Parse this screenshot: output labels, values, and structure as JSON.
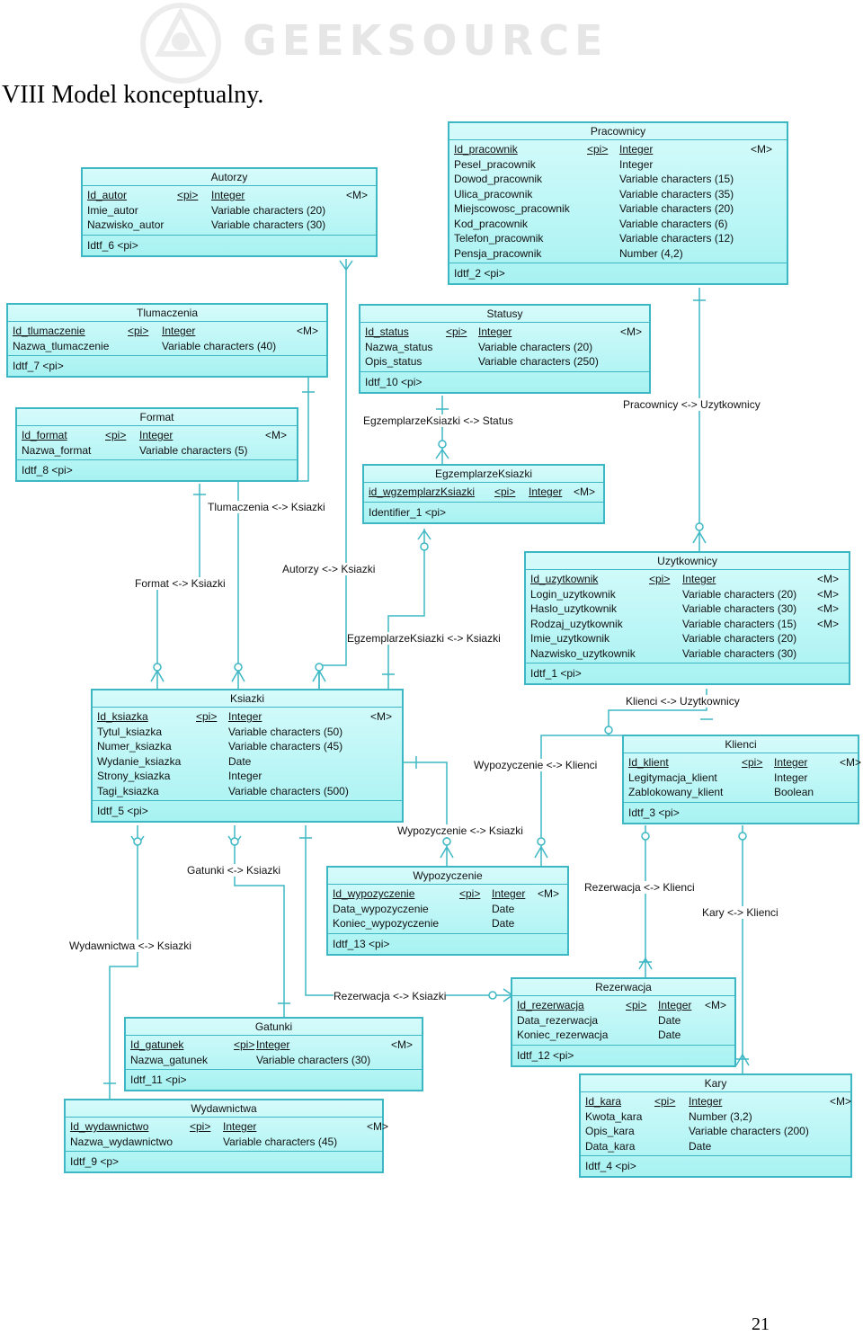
{
  "watermark": {
    "text": "GEEKSOURCE"
  },
  "heading": "VIII  Model konceptualny.",
  "page_number": "21",
  "colors": {
    "entity_border": "#3db7c4",
    "entity_fill": "#b8f5f5",
    "line": "#3db7c4"
  },
  "entities": [
    {
      "key": "pracownicy",
      "name": "Pracownicy",
      "identifier": "Idtf_2  <pi>",
      "attributes": [
        {
          "name": "Id_pracownik",
          "pi": "<pi>",
          "type": "Integer",
          "m": "<M>"
        },
        {
          "name": "Pesel_pracownik",
          "pi": "",
          "type": "Integer",
          "m": ""
        },
        {
          "name": "Dowod_pracownik",
          "pi": "",
          "type": "Variable characters (15)",
          "m": ""
        },
        {
          "name": "Ulica_pracownik",
          "pi": "",
          "type": "Variable characters (35)",
          "m": ""
        },
        {
          "name": "Miejscowosc_pracownik",
          "pi": "",
          "type": "Variable characters (20)",
          "m": ""
        },
        {
          "name": "Kod_pracownik",
          "pi": "",
          "type": "Variable characters (6)",
          "m": ""
        },
        {
          "name": "Telefon_pracownik",
          "pi": "",
          "type": "Variable characters (12)",
          "m": ""
        },
        {
          "name": "Pensja_pracownik",
          "pi": "",
          "type": "Number (4,2)",
          "m": ""
        }
      ]
    },
    {
      "key": "autorzy",
      "name": "Autorzy",
      "identifier": "Idtf_6  <pi>",
      "attributes": [
        {
          "name": "Id_autor",
          "pi": "<pi>",
          "type": "Integer",
          "m": "<M>"
        },
        {
          "name": "Imie_autor",
          "pi": "",
          "type": "Variable characters (20)",
          "m": ""
        },
        {
          "name": "Nazwisko_autor",
          "pi": "",
          "type": "Variable characters (30)",
          "m": ""
        }
      ]
    },
    {
      "key": "tlumaczenia",
      "name": "Tlumaczenia",
      "identifier": "Idtf_7  <pi>",
      "attributes": [
        {
          "name": "Id_tlumaczenie",
          "pi": "<pi>",
          "type": "Integer",
          "m": "<M>"
        },
        {
          "name": "Nazwa_tlumaczenie",
          "pi": "",
          "type": "Variable characters (40)",
          "m": ""
        }
      ]
    },
    {
      "key": "statusy",
      "name": "Statusy",
      "identifier": "Idtf_10  <pi>",
      "attributes": [
        {
          "name": "Id_status",
          "pi": "<pi>",
          "type": "Integer",
          "m": "<M>"
        },
        {
          "name": "Nazwa_status",
          "pi": "",
          "type": "Variable characters (20)",
          "m": ""
        },
        {
          "name": "Opis_status",
          "pi": "",
          "type": "Variable characters (250)",
          "m": ""
        }
      ]
    },
    {
      "key": "format",
      "name": "Format",
      "identifier": "Idtf_8  <pi>",
      "attributes": [
        {
          "name": "Id_format",
          "pi": "<pi>",
          "type": "Integer",
          "m": "<M>"
        },
        {
          "name": "Nazwa_format",
          "pi": "",
          "type": "Variable characters (5)",
          "m": ""
        }
      ]
    },
    {
      "key": "egzemplarze",
      "name": "EgzemplarzeKsiazki",
      "identifier": "Identifier_1  <pi>",
      "attributes": [
        {
          "name": "id_wgzemplarzKsiazki",
          "pi": "<pi>",
          "type": "Integer",
          "m": "<M>"
        }
      ]
    },
    {
      "key": "uzytkownicy",
      "name": "Uzytkownicy",
      "identifier": "Idtf_1  <pi>",
      "attributes": [
        {
          "name": "Id_uzytkownik",
          "pi": "<pi>",
          "type": "Integer",
          "m": "<M>"
        },
        {
          "name": "Login_uzytkownik",
          "pi": "",
          "type": "Variable characters (20)",
          "m": "<M>"
        },
        {
          "name": "Haslo_uzytkownik",
          "pi": "",
          "type": "Variable characters (30)",
          "m": "<M>"
        },
        {
          "name": "Rodzaj_uzytkownik",
          "pi": "",
          "type": "Variable characters (15)",
          "m": "<M>"
        },
        {
          "name": "Imie_uzytkownik",
          "pi": "",
          "type": "Variable characters (20)",
          "m": ""
        },
        {
          "name": "Nazwisko_uzytkownik",
          "pi": "",
          "type": "Variable characters (30)",
          "m": ""
        }
      ]
    },
    {
      "key": "ksiazki",
      "name": "Ksiazki",
      "identifier": "Idtf_5  <pi>",
      "attributes": [
        {
          "name": "Id_ksiazka",
          "pi": "<pi>",
          "type": "Integer",
          "m": "<M>"
        },
        {
          "name": "Tytul_ksiazka",
          "pi": "",
          "type": "Variable characters (50)",
          "m": ""
        },
        {
          "name": "Numer_ksiazka",
          "pi": "",
          "type": "Variable characters (45)",
          "m": ""
        },
        {
          "name": "Wydanie_ksiazka",
          "pi": "",
          "type": "Date",
          "m": ""
        },
        {
          "name": "Strony_ksiazka",
          "pi": "",
          "type": "Integer",
          "m": ""
        },
        {
          "name": "Tagi_ksiazka",
          "pi": "",
          "type": "Variable characters (500)",
          "m": ""
        }
      ]
    },
    {
      "key": "klienci",
      "name": "Klienci",
      "identifier": "Idtf_3  <pi>",
      "attributes": [
        {
          "name": "Id_klient",
          "pi": "<pi>",
          "type": "Integer",
          "m": "<M>"
        },
        {
          "name": "Legitymacja_klient",
          "pi": "",
          "type": "Integer",
          "m": ""
        },
        {
          "name": "Zablokowany_klient",
          "pi": "",
          "type": "Boolean",
          "m": ""
        }
      ]
    },
    {
      "key": "wypozyczenie",
      "name": "Wypozyczenie",
      "identifier": "Idtf_13  <pi>",
      "attributes": [
        {
          "name": "Id_wypozyczenie",
          "pi": "<pi>",
          "type": "Integer",
          "m": "<M>"
        },
        {
          "name": "Data_wypozyczenie",
          "pi": "",
          "type": "Date",
          "m": ""
        },
        {
          "name": "Koniec_wypozyczenie",
          "pi": "",
          "type": "Date",
          "m": ""
        }
      ]
    },
    {
      "key": "rezerwacja",
      "name": "Rezerwacja",
      "identifier": "Idtf_12  <pi>",
      "attributes": [
        {
          "name": "Id_rezerwacja",
          "pi": "<pi>",
          "type": "Integer",
          "m": "<M>"
        },
        {
          "name": "Data_rezerwacja",
          "pi": "",
          "type": "Date",
          "m": ""
        },
        {
          "name": "Koniec_rezerwacja",
          "pi": "",
          "type": "Date",
          "m": ""
        }
      ]
    },
    {
      "key": "gatunki",
      "name": "Gatunki",
      "identifier": "Idtf_11  <pi>",
      "attributes": [
        {
          "name": "Id_gatunek",
          "pi": "<pi>",
          "type": "Integer",
          "m": "<M>"
        },
        {
          "name": "Nazwa_gatunek",
          "pi": "",
          "type": "Variable characters (30)",
          "m": ""
        }
      ]
    },
    {
      "key": "wydawnictwa",
      "name": "Wydawnictwa",
      "identifier": "Idtf_9  <p>",
      "attributes": [
        {
          "name": "Id_wydawnictwo",
          "pi": "<pi>",
          "type": "Integer",
          "m": "<M>"
        },
        {
          "name": "Nazwa_wydawnictwo",
          "pi": "",
          "type": "Variable characters (45)",
          "m": ""
        }
      ]
    },
    {
      "key": "kary",
      "name": "Kary",
      "identifier": "Idtf_4  <pi>",
      "attributes": [
        {
          "name": "Id_kara",
          "pi": "<pi>",
          "type": "Integer",
          "m": "<M>"
        },
        {
          "name": "Kwota_kara",
          "pi": "",
          "type": "Number (3,2)",
          "m": ""
        },
        {
          "name": "Opis_kara",
          "pi": "",
          "type": "Variable characters (200)",
          "m": ""
        },
        {
          "name": "Data_kara",
          "pi": "",
          "type": "Date",
          "m": ""
        }
      ]
    }
  ],
  "relationships": [
    {
      "key": "egz_status",
      "label": "EgzemplarzeKsiazki <-> Status"
    },
    {
      "key": "prac_uzyt",
      "label": "Pracownicy <-> Uzytkownicy"
    },
    {
      "key": "tlum_ksiazki",
      "label": "Tlumaczenia <-> Ksiazki"
    },
    {
      "key": "autorzy_ksiazki",
      "label": "Autorzy <-> Ksiazki"
    },
    {
      "key": "format_ksiazki",
      "label": "Format <-> Ksiazki"
    },
    {
      "key": "egz_ksiazki",
      "label": "EgzemplarzeKsiazki <-> Ksiazki"
    },
    {
      "key": "klienci_uzyt",
      "label": "Klienci <-> Uzytkownicy"
    },
    {
      "key": "wyp_klienci",
      "label": "Wypozyczenie <-> Klienci"
    },
    {
      "key": "wyp_ksiazki",
      "label": "Wypozyczenie <-> Ksiazki"
    },
    {
      "key": "gatunki_ksiazki",
      "label": "Gatunki <-> Ksiazki"
    },
    {
      "key": "rez_klienci",
      "label": "Rezerwacja <-> Klienci"
    },
    {
      "key": "kary_klienci",
      "label": "Kary <-> Klienci"
    },
    {
      "key": "wyd_ksiazki",
      "label": "Wydawnictwa <-> Ksiazki"
    },
    {
      "key": "rez_ksiazki",
      "label": "Rezerwacja <-> Ksiazki"
    }
  ]
}
